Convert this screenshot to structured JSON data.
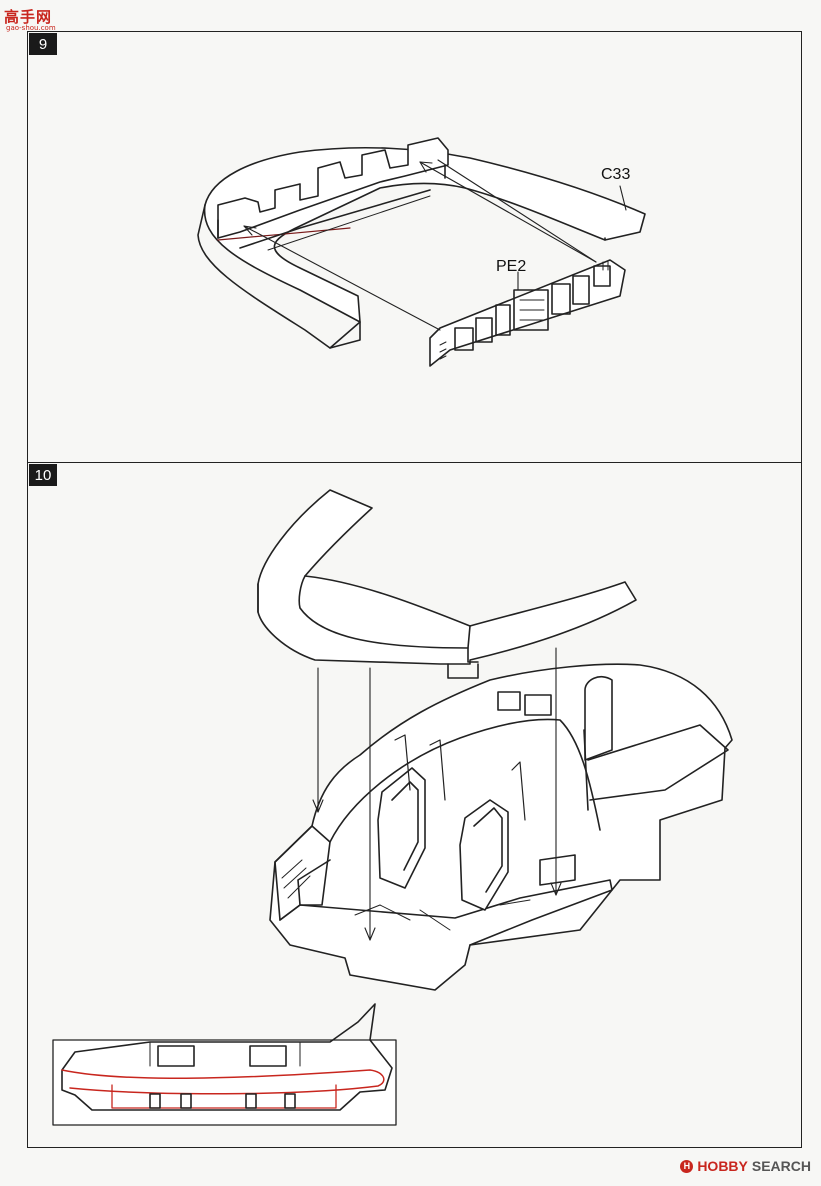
{
  "watermark": {
    "brand": "高手网",
    "url": "gao-shou.com"
  },
  "steps": [
    {
      "number": "9",
      "parts": [
        "C33",
        "PE2"
      ]
    },
    {
      "number": "10"
    }
  ],
  "footer": {
    "logo_letter": "H",
    "brand_accent": "HOBBY",
    "brand_rest": "SEARCH"
  },
  "colors": {
    "line": "#222222",
    "accent": "#c8261e",
    "paper": "#f7f7f5"
  }
}
